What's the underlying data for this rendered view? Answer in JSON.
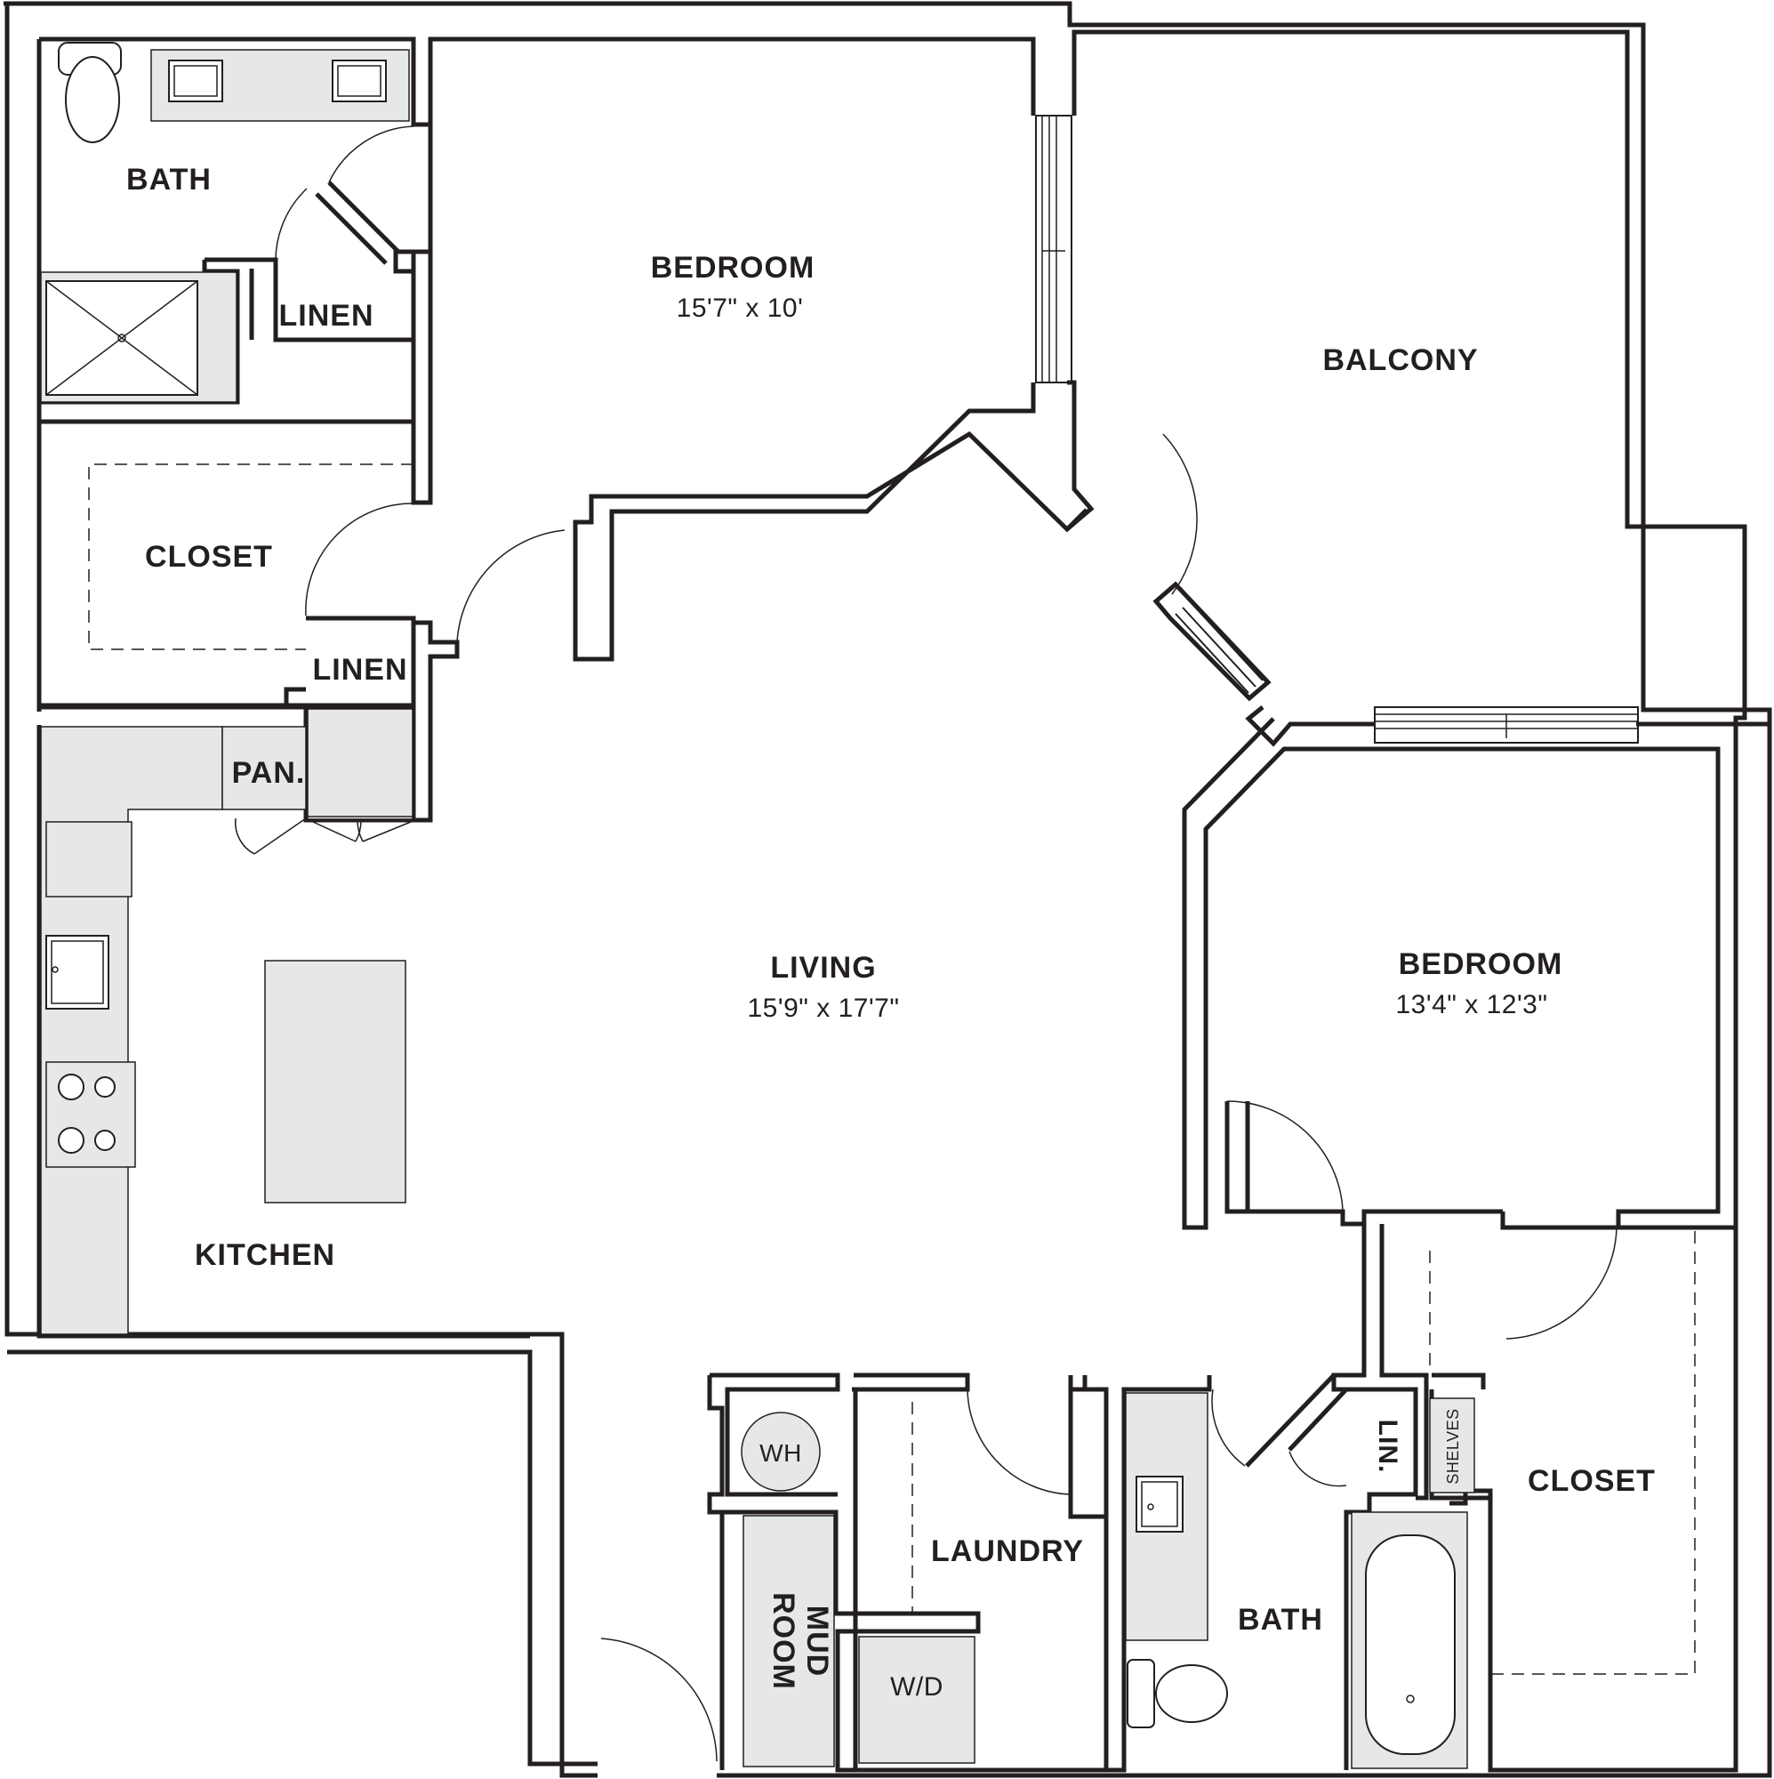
{
  "rooms": {
    "bath_primary": "BATH",
    "linen_upper": "LINEN",
    "bedroom_1": {
      "label": "BEDROOM",
      "dim": "15'7\" x 10'"
    },
    "balcony": "BALCONY",
    "closet_left": "CLOSET",
    "linen_lower": "LINEN",
    "pantry": "PAN.",
    "living": {
      "label": "LIVING",
      "dim": "15'9\" x 17'7\""
    },
    "bedroom_2": {
      "label": "BEDROOM",
      "dim": "13'4\" x 12'3\""
    },
    "kitchen": "KITCHEN",
    "water_heater": "WH",
    "mud_room_line1": "MUD",
    "mud_room_line2": "ROOM",
    "laundry": "LAUNDRY",
    "washer_dryer": "W/D",
    "linen_small": "LIN.",
    "shelves": "SHELVES",
    "closet_right": "CLOSET",
    "bath_secondary": "BATH"
  }
}
